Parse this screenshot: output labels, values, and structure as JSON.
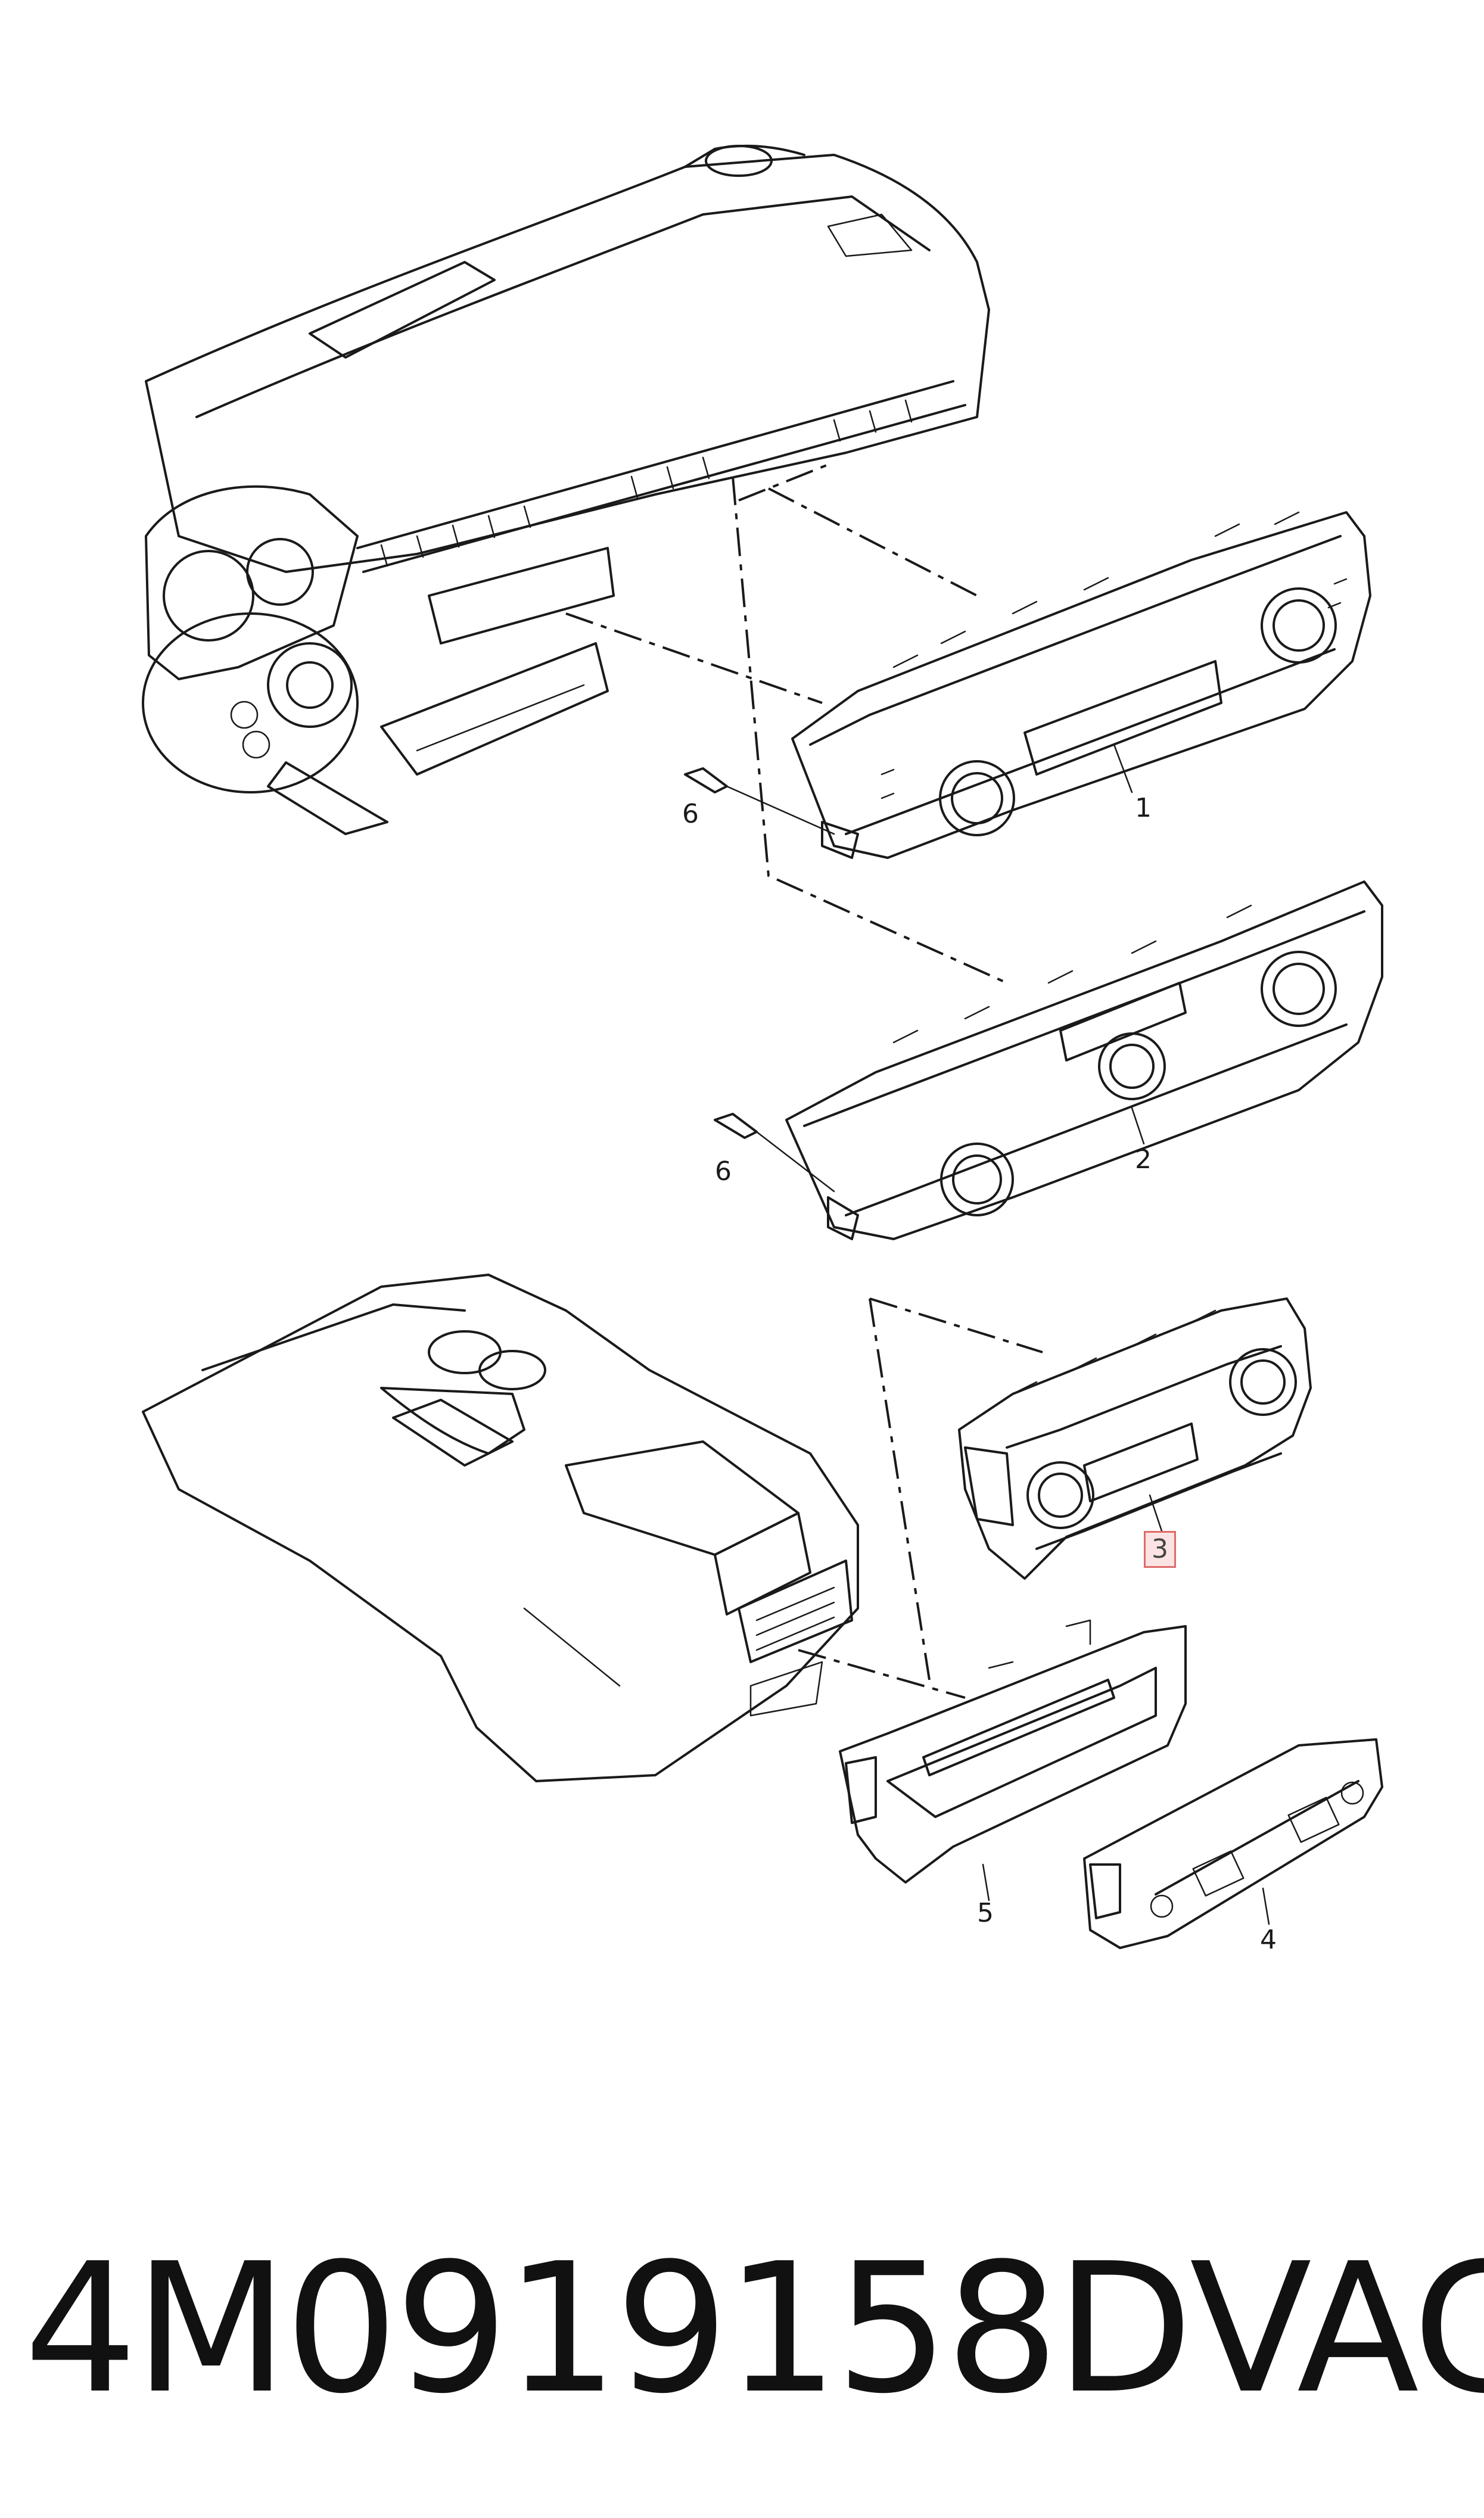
{
  "callouts": {
    "c1": "1",
    "c2": "2",
    "c3": "3",
    "c4": "4",
    "c5": "5",
    "c6a": "6",
    "c6b": "6"
  },
  "caption": {
    "part_number": "4M0919158D",
    "brand": "VAG"
  },
  "colors": {
    "line": "#1a1a1a",
    "highlight_border": "#e06a6a",
    "highlight_fill": "#fbe3e3"
  }
}
